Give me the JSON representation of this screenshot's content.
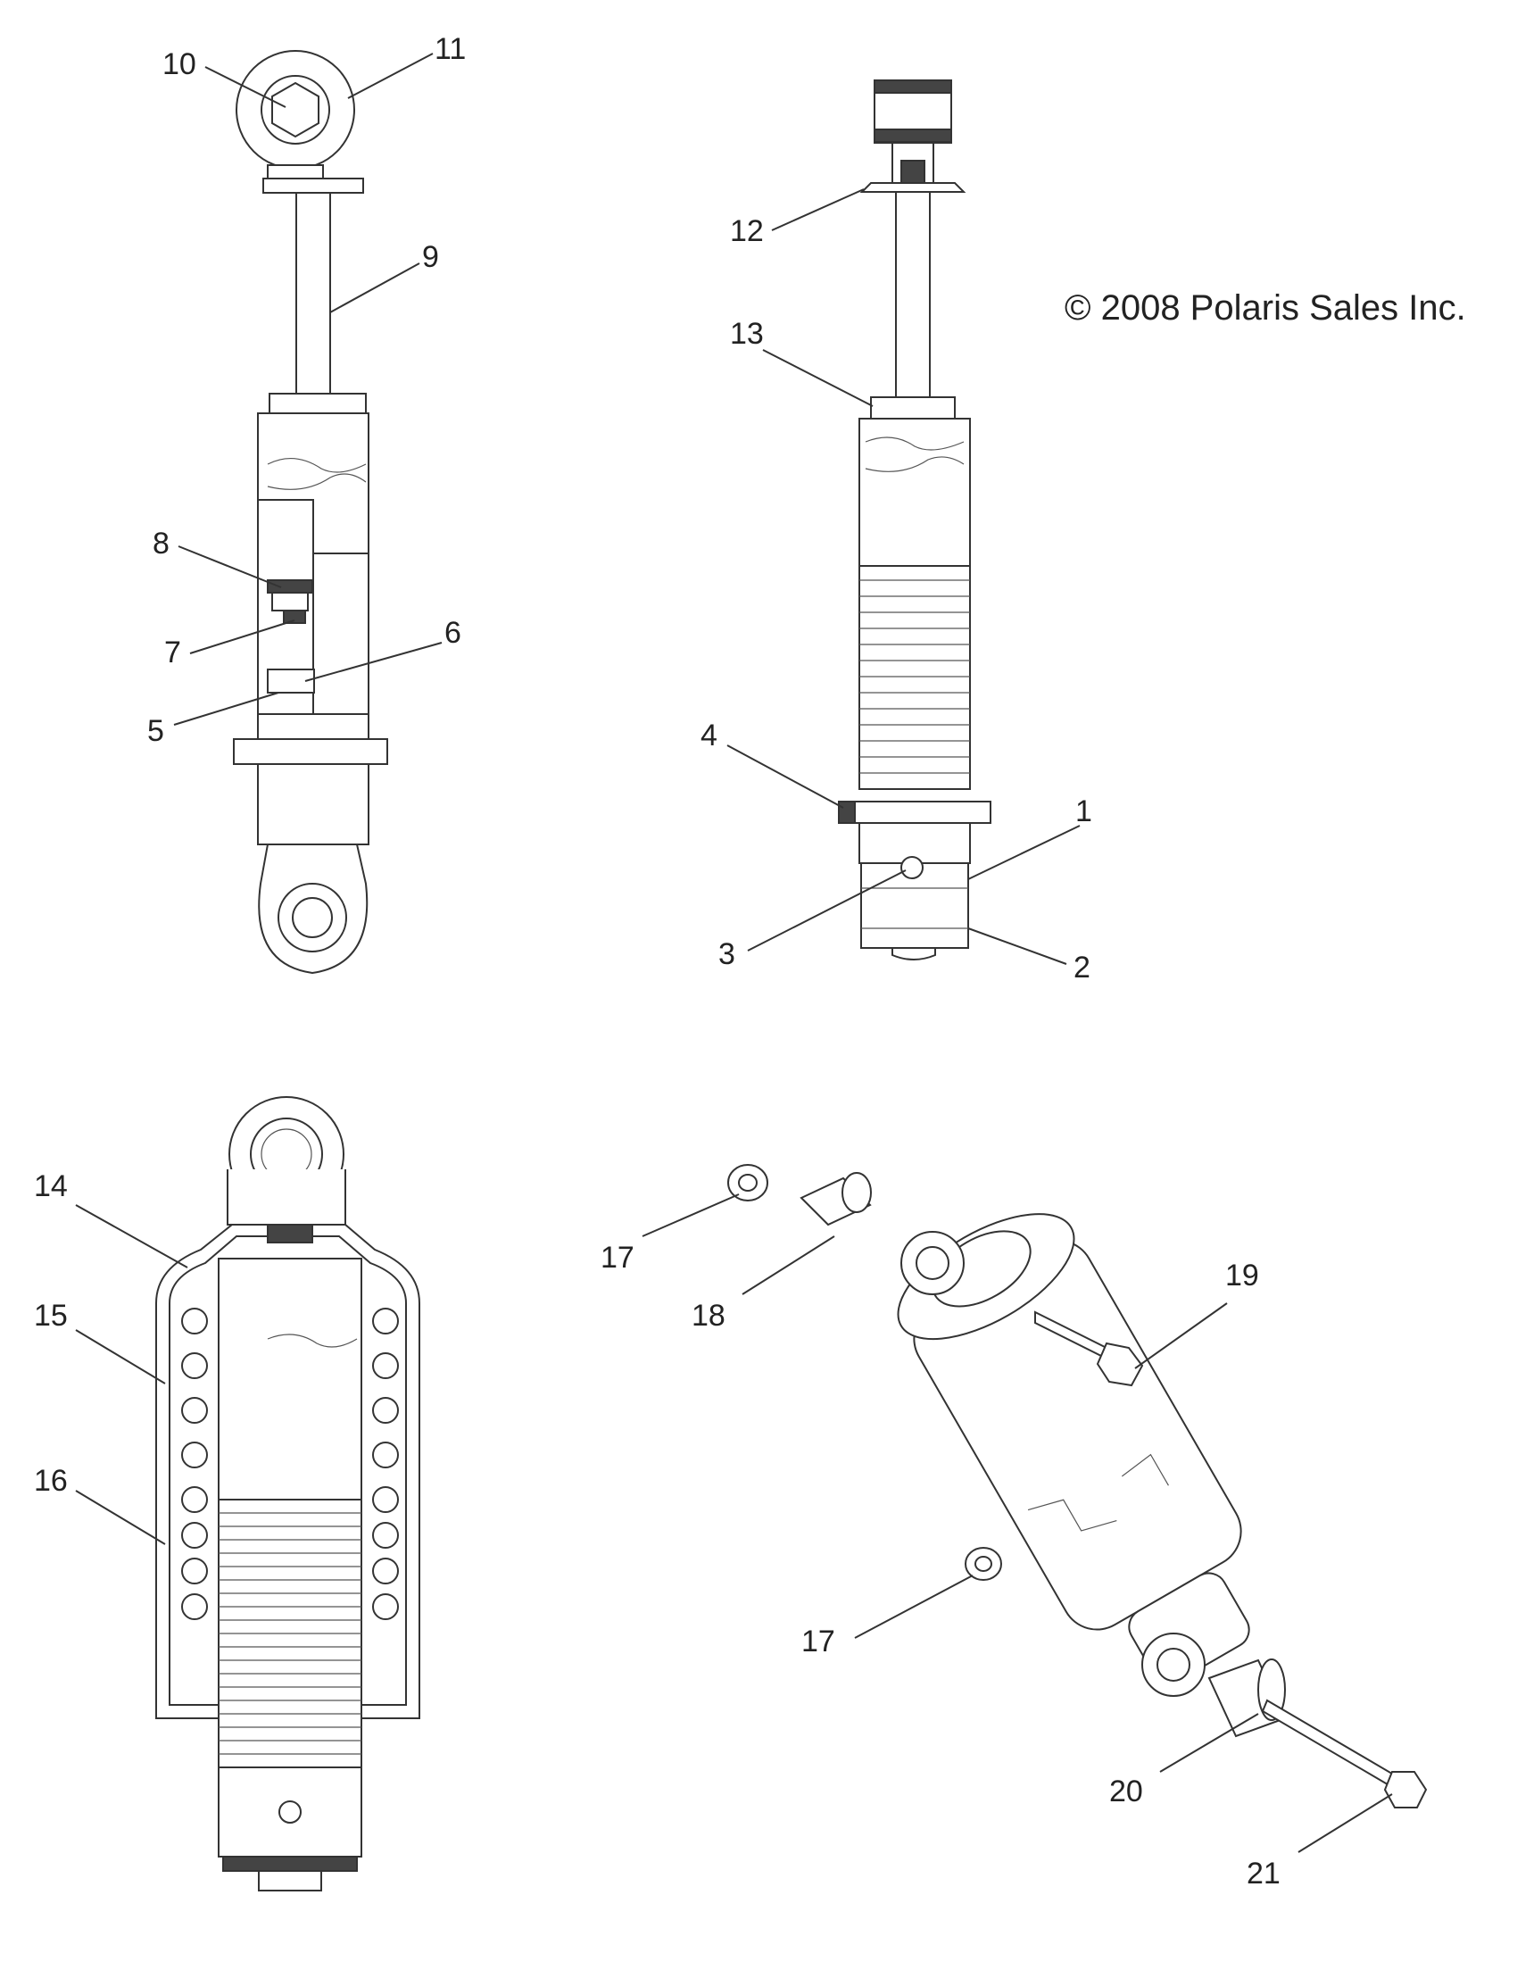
{
  "copyright": "© 2008 Polaris Sales Inc.",
  "callouts": {
    "c1": "1",
    "c2": "2",
    "c3": "3",
    "c4": "4",
    "c5": "5",
    "c6": "6",
    "c7": "7",
    "c8": "8",
    "c9": "9",
    "c10": "10",
    "c11": "11",
    "c12": "12",
    "c13": "13",
    "c14": "14",
    "c15": "15",
    "c16": "16",
    "c17a": "17",
    "c17b": "17",
    "c18": "18",
    "c19": "19",
    "c20": "20",
    "c21": "21"
  },
  "colors": {
    "line": "#333333",
    "background": "#ffffff"
  }
}
